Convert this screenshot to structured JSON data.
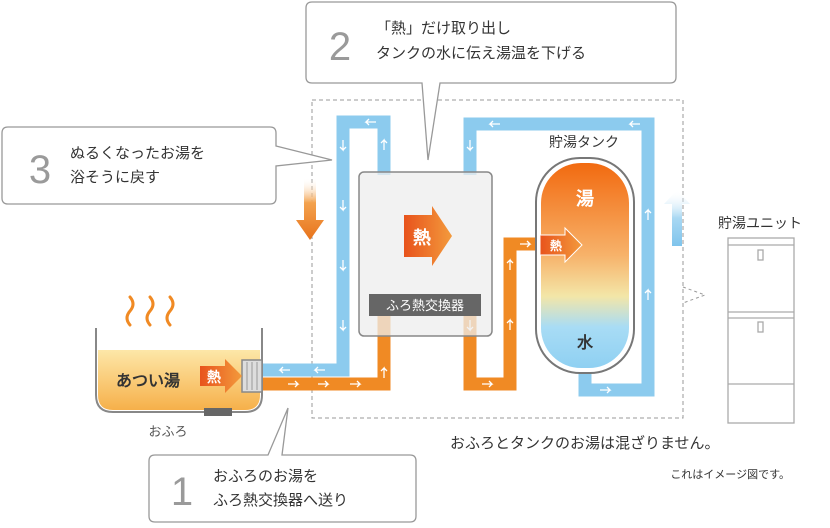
{
  "callouts": [
    {
      "num": "1",
      "line1": "おふろのお湯を",
      "line2": "ふろ熱交換器へ送り"
    },
    {
      "num": "2",
      "line1": "「熱」だけ取り出し",
      "line2": "タンクの水に伝え湯温を下げる"
    },
    {
      "num": "3",
      "line1": "ぬるくなったお湯を",
      "line2": "浴そうに戻す"
    }
  ],
  "labels": {
    "bath_water": "あつい湯",
    "bath": "おふろ",
    "heat_exchanger": "ふろ熱交換器",
    "storage_tank": "貯湯タンク",
    "storage_unit": "貯湯ユニット",
    "tank_hot": "湯",
    "tank_cold": "水",
    "heat": "熱",
    "note_main": "おふろとタンクのお湯は混ざりません。",
    "note_sub": "これはイメージ図です。"
  },
  "colors": {
    "hot_pipe": "#f08a24",
    "cool_pipe": "#8ccbee",
    "heat_arrow": "#e8531c",
    "tank_hot": "#f07a1e",
    "tank_cold": "#8fd0f2",
    "box_border": "#888888",
    "dashed": "#9a9a9a"
  }
}
